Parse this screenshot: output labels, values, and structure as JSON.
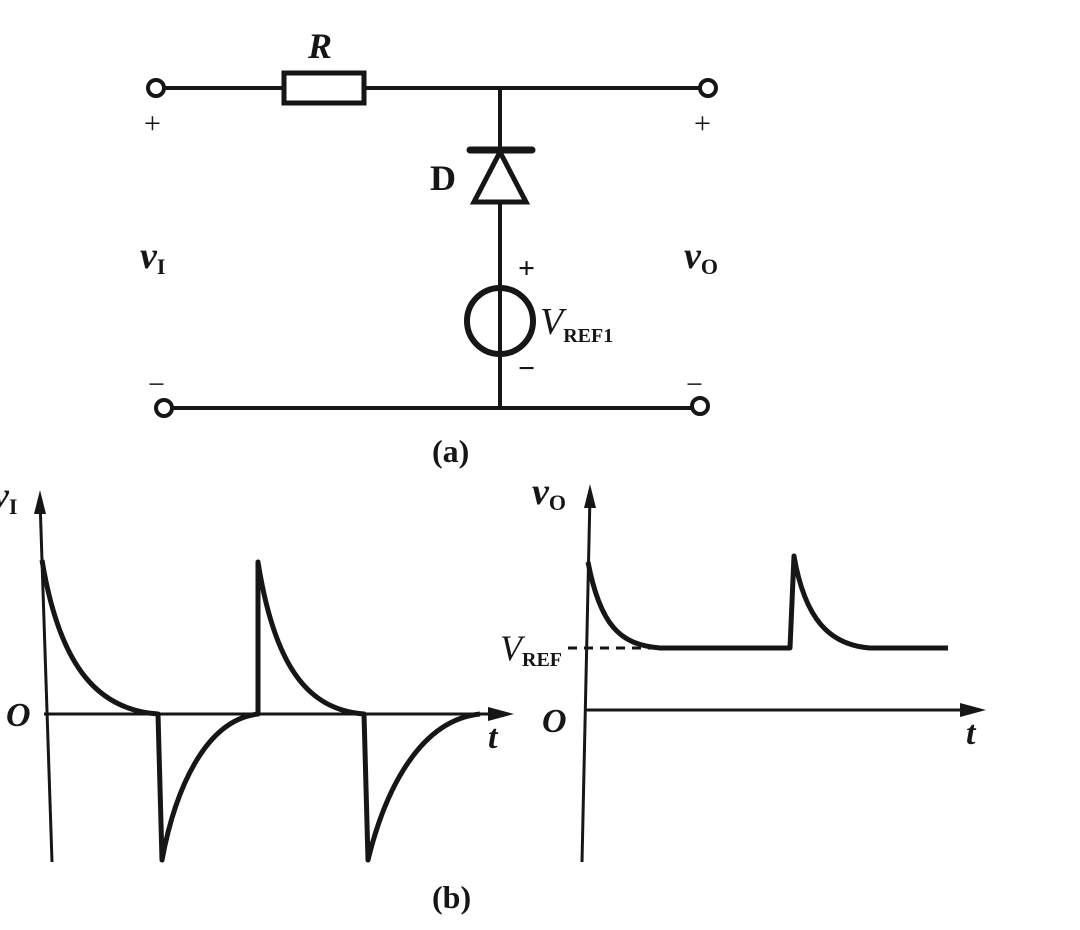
{
  "circuit": {
    "resistor_label": "R",
    "diode_label": "D",
    "source_label_main": "V",
    "source_label_sub": "REF1",
    "source_plus": "+",
    "source_minus": "−",
    "input_label_main": "v",
    "input_label_sub": "I",
    "output_label_main": "v",
    "output_label_sub": "O",
    "input_plus": "+",
    "input_minus": "−",
    "output_plus": "+",
    "output_minus": "−",
    "caption": "(a)"
  },
  "waveforms": {
    "caption": "(b)",
    "input_plot": {
      "y_label_main": "v",
      "y_label_sub": "I",
      "origin": "O",
      "x_label": "t"
    },
    "output_plot": {
      "y_label_main": "v",
      "y_label_sub": "O",
      "origin": "O",
      "x_label": "t",
      "ref_label_main": "V",
      "ref_label_sub": "REF"
    }
  },
  "colors": {
    "ink": "#161616",
    "paper": "#ffffff"
  }
}
